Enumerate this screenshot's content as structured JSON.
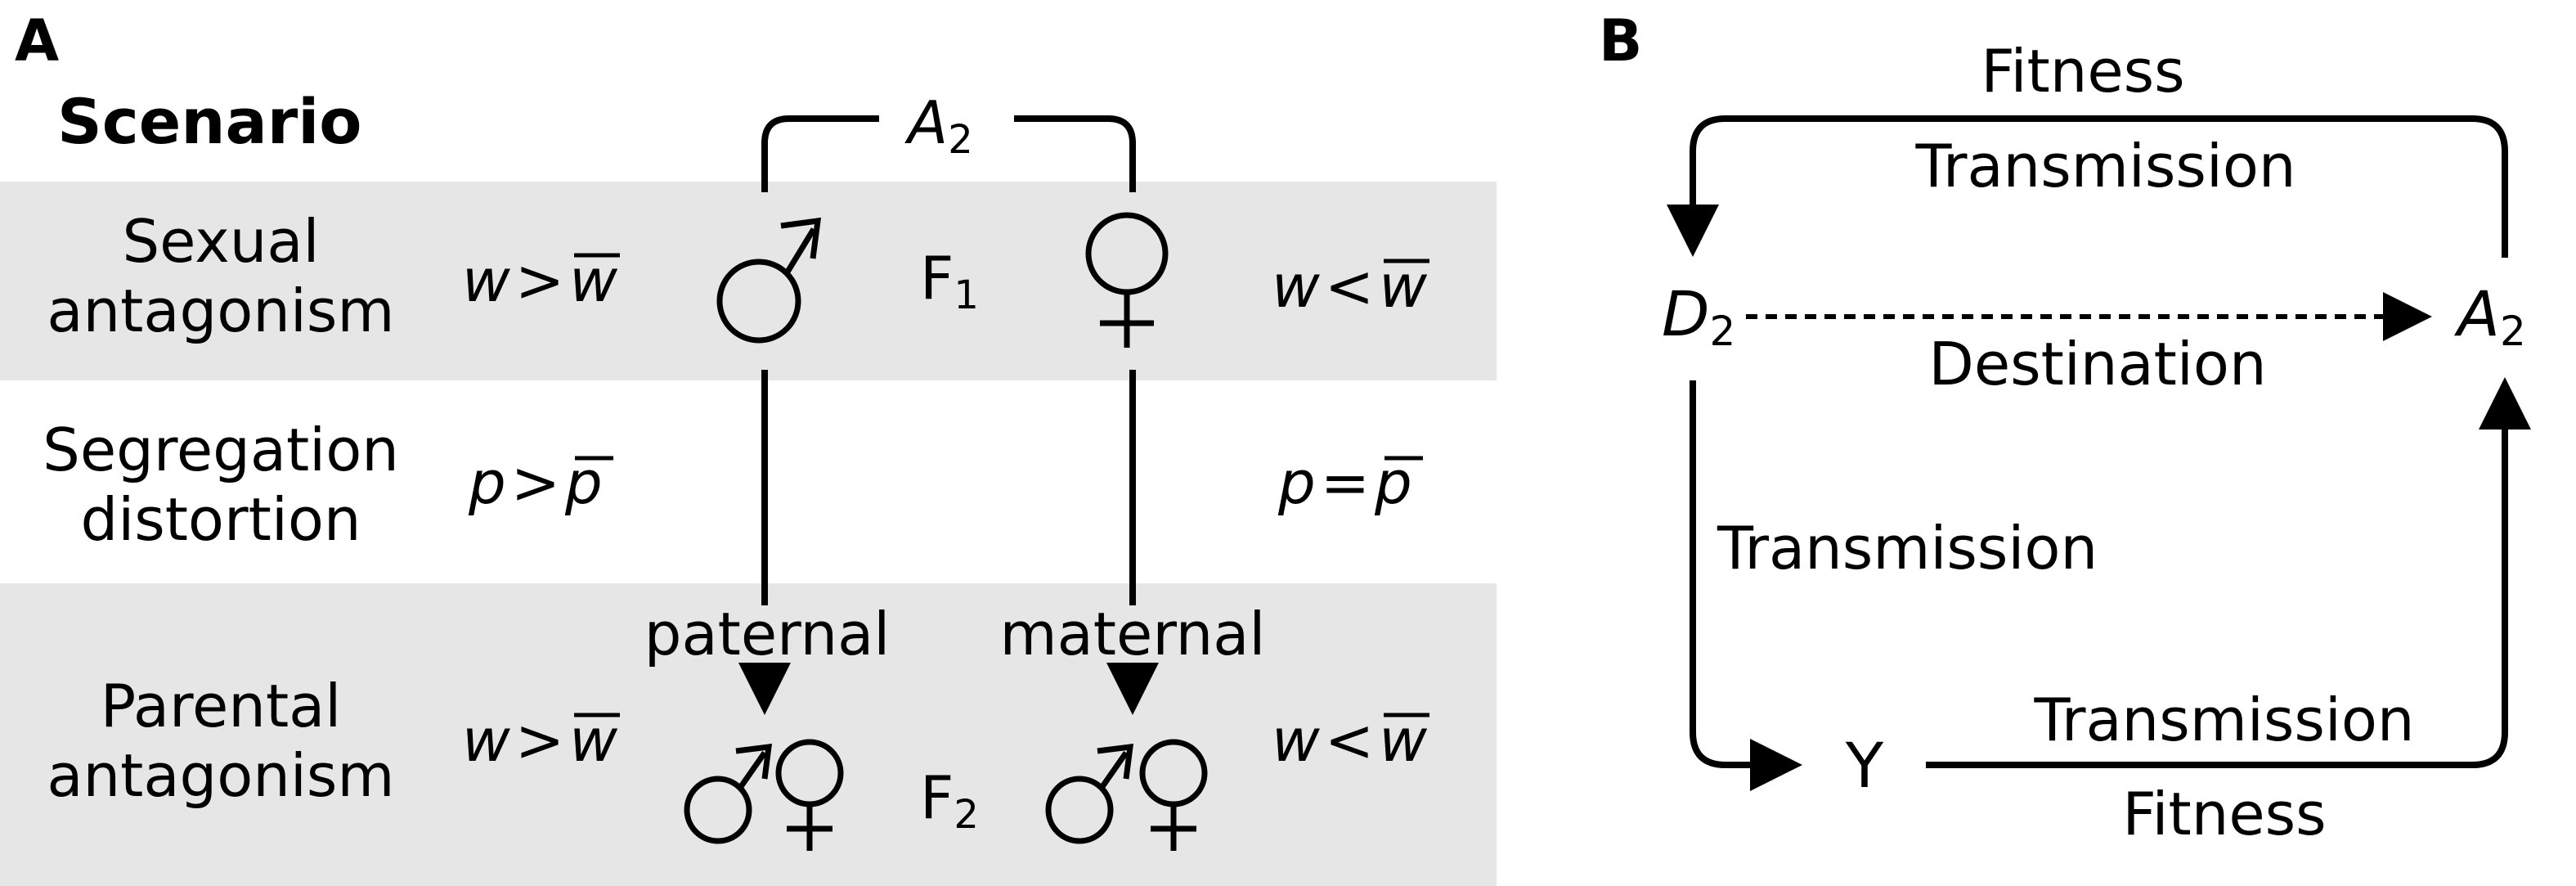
{
  "panel_a": {
    "label": "A",
    "header": "Scenario",
    "rows": [
      {
        "scenario_line1": "Sexual",
        "scenario_line2": "antagonism",
        "left_rel": {
          "var": "w",
          "op": ">",
          "bar": "w"
        },
        "right_rel": {
          "var": "w",
          "op": "<",
          "bar": "w"
        }
      },
      {
        "scenario_line1": "Segregation",
        "scenario_line2": "distortion",
        "left_rel": {
          "var": "p",
          "op": ">",
          "bar": "p"
        },
        "right_rel": {
          "var": "p",
          "op": "=",
          "bar": "p"
        }
      },
      {
        "scenario_line1": "Parental",
        "scenario_line2": "antagonism",
        "left_rel": {
          "var": "w",
          "op": ">",
          "bar": "w"
        },
        "right_rel": {
          "var": "w",
          "op": "<",
          "bar": "w"
        }
      }
    ],
    "a2": {
      "base": "A",
      "sub": "2"
    },
    "f1": {
      "base": "F",
      "sub": "1"
    },
    "f2": {
      "base": "F",
      "sub": "2"
    },
    "paternal": "paternal",
    "maternal": "maternal",
    "row_shading": "#e6e6e6"
  },
  "panel_b": {
    "label": "B",
    "fitness_top": "Fitness",
    "transmission_top": "Transmission",
    "d2": {
      "base": "D",
      "sub": "2"
    },
    "a2": {
      "base": "A",
      "sub": "2"
    },
    "destination": "Destination",
    "transmission_left": "Transmission",
    "y": "Y",
    "transmission_bottom": "Transmission",
    "fitness_bottom": "Fitness"
  }
}
